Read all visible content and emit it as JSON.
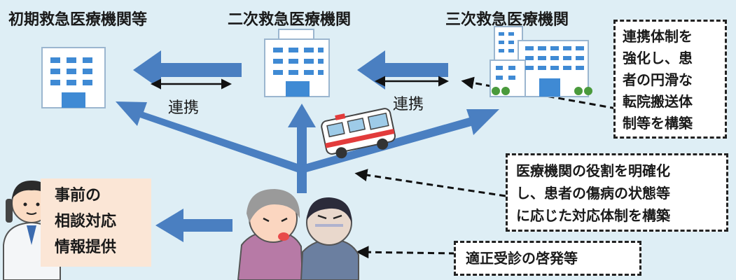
{
  "titles": {
    "primary": "初期救急医療機関等",
    "secondary": "二次救急医療機関",
    "tertiary": "三次救急医療機関"
  },
  "links": {
    "left": "連携",
    "right": "連携"
  },
  "callouts": {
    "transfer": [
      "連携体制を",
      "強化し、患",
      "者の円滑な",
      "転院搬送体",
      "制等を構築"
    ],
    "roles": [
      "医療機関の役割を明確化",
      "し、患者の傷病の状態等",
      "に応じた対応体制を構築"
    ],
    "awareness": "適正受診の啓発等"
  },
  "consult": [
    "事前の",
    "相談対応",
    "情報提供"
  ],
  "colors": {
    "background": "#deeef5",
    "arrow": "#4a7fc1",
    "consult_box": "#fbe6d6"
  }
}
